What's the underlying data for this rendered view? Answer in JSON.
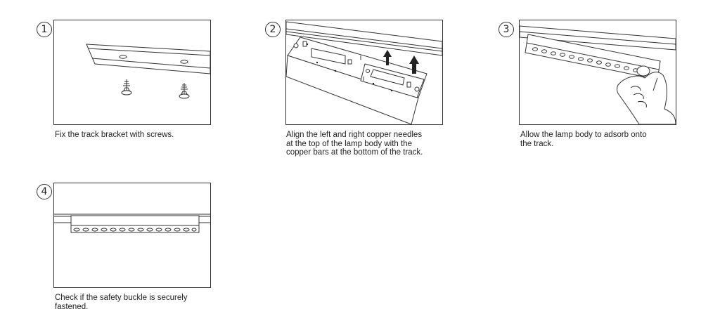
{
  "steps": [
    {
      "number": "1",
      "caption": "Fix the track bracket with screws."
    },
    {
      "number": "2",
      "caption": "Align the left and right copper needles\nat the top of the lamp body with the\ncopper bars at the bottom of the track."
    },
    {
      "number": "3",
      "caption": "Allow the lamp body to adsorb onto\nthe track."
    },
    {
      "number": "4",
      "caption": "Check if the safety buckle is securely\nfastened."
    }
  ]
}
